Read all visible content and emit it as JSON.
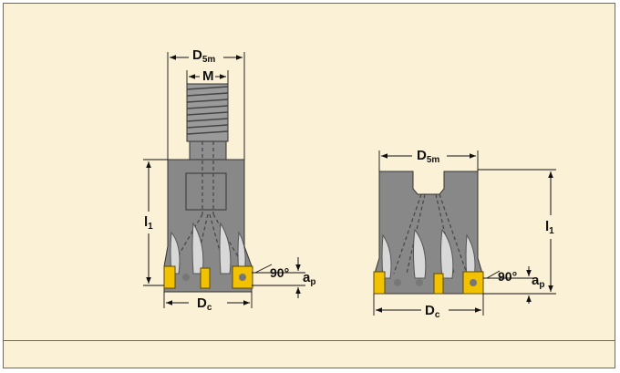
{
  "colors": {
    "background": "#fbf1d6",
    "frame": "#6f6a5e",
    "tool_body": "#8c8c8c",
    "insert": "#f2c200"
  },
  "left_tool": {
    "d5m": {
      "main": "D",
      "sub": "5m"
    },
    "thread": "M",
    "length": {
      "main": "l",
      "sub": "1"
    },
    "angle": "90°",
    "depth": {
      "main": "a",
      "sub": "p"
    },
    "diameter": {
      "main": "D",
      "sub": "c"
    }
  },
  "right_tool": {
    "d5m": {
      "main": "D",
      "sub": "5m"
    },
    "length": {
      "main": "l",
      "sub": "1"
    },
    "angle": "90°",
    "depth": {
      "main": "a",
      "sub": "p"
    },
    "diameter": {
      "main": "D",
      "sub": "c"
    }
  }
}
